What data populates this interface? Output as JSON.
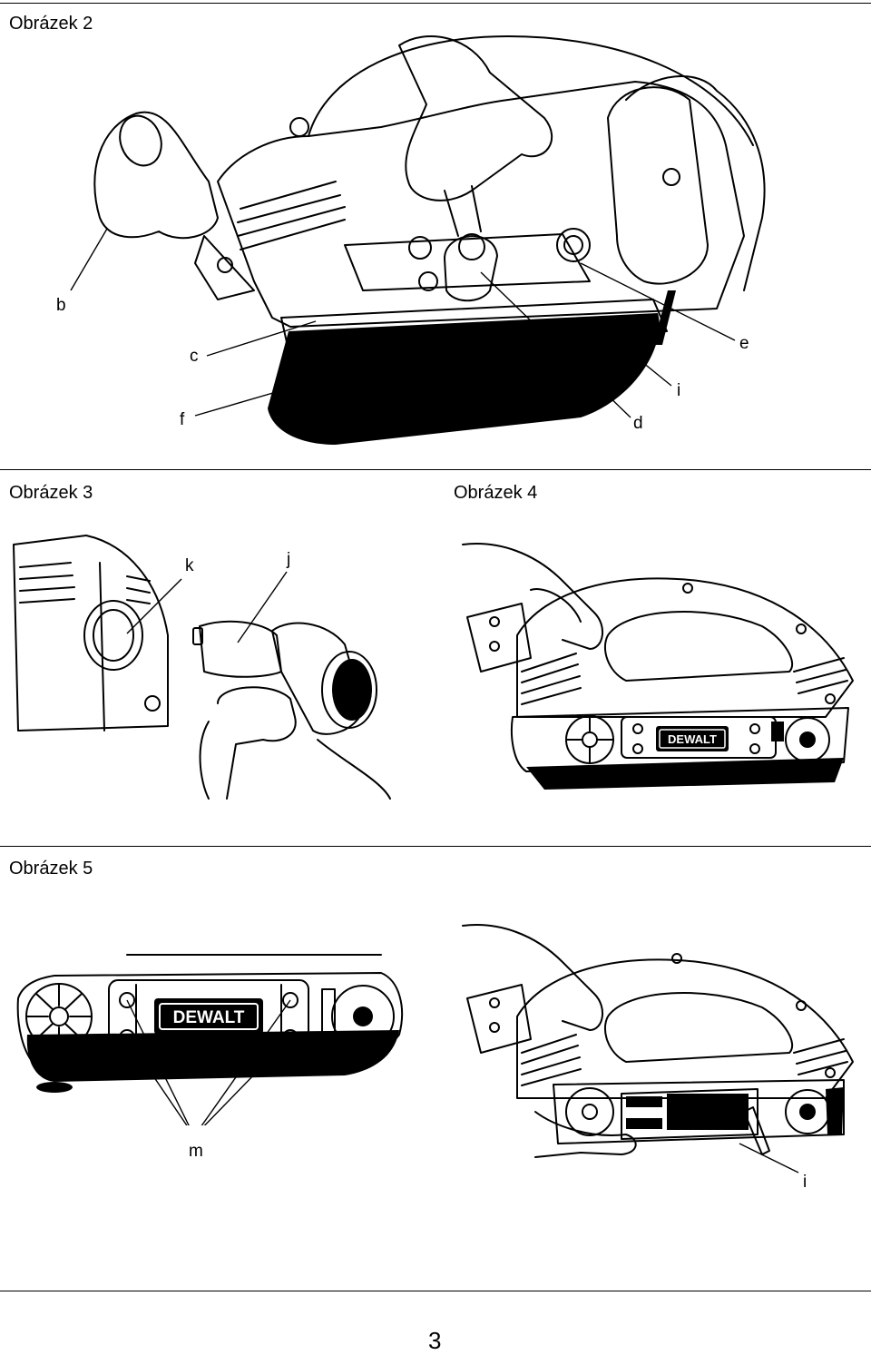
{
  "figures": {
    "fig2": {
      "caption": "Obrázek 2",
      "labels": {
        "b": "b",
        "c": "c",
        "e": "e",
        "f": "f",
        "i": "i",
        "d": "d"
      }
    },
    "fig3": {
      "caption": "Obrázek 3",
      "labels": {
        "k": "k",
        "j": "j"
      }
    },
    "fig4": {
      "caption": "Obrázek 4",
      "brand": "DEWALT"
    },
    "fig5": {
      "caption": "Obrázek 5",
      "brand": "DEWALT",
      "labels": {
        "m": "m",
        "i": "i"
      }
    }
  },
  "page_number": "3"
}
